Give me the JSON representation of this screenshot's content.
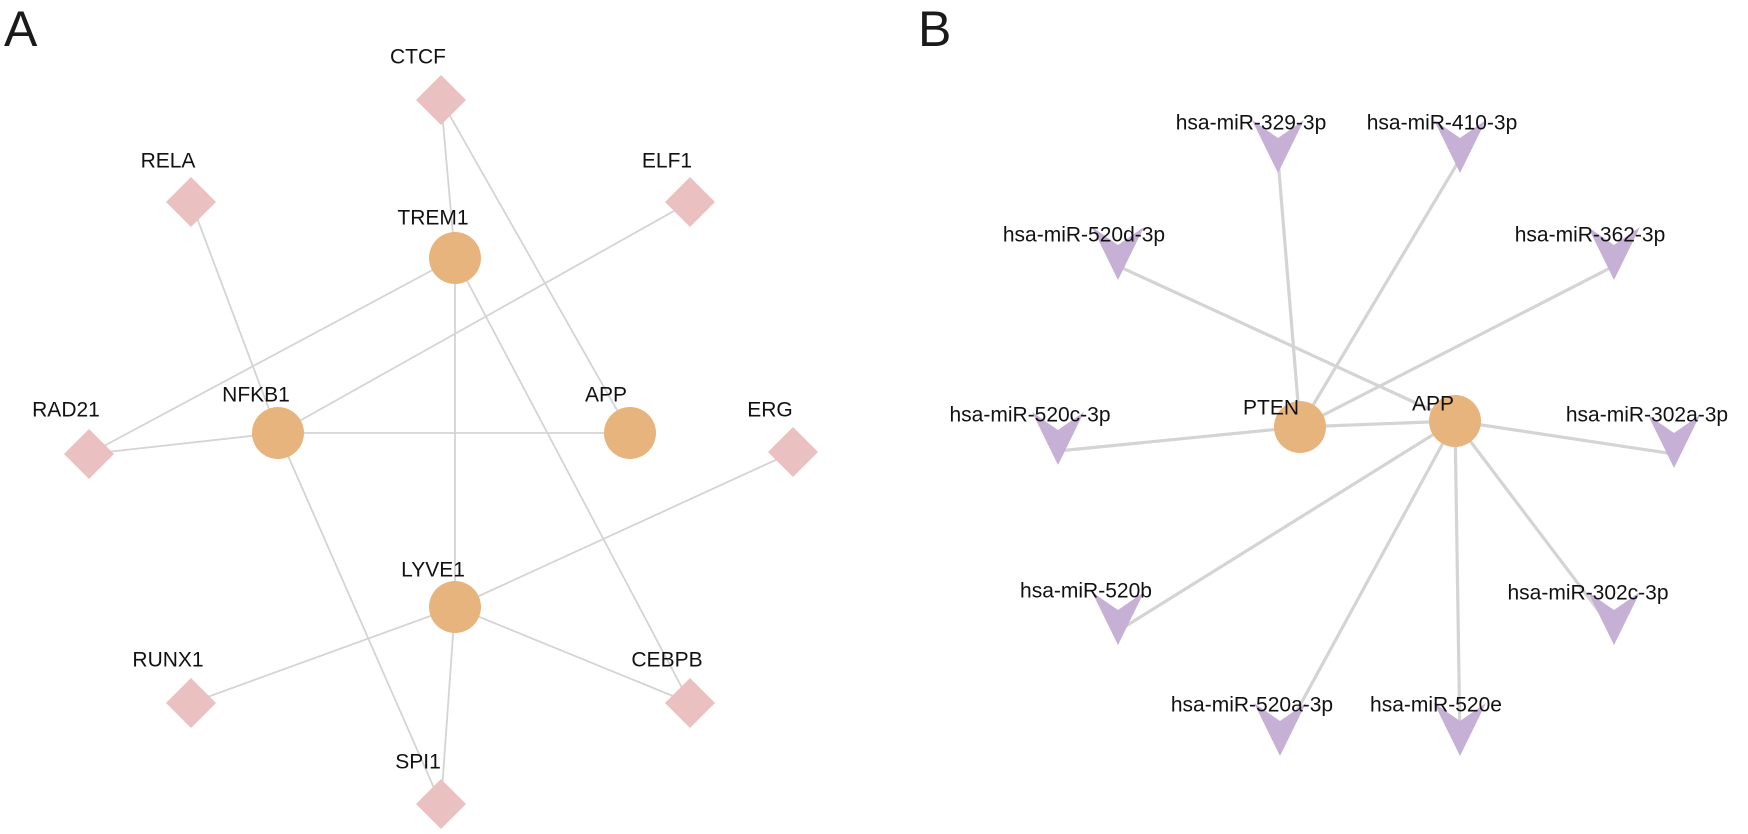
{
  "colors": {
    "edge": "#d4d4d4",
    "gene_node": "#e8b47e",
    "tf_node": "#ebc0c0",
    "mirna_node": "#c6b0d6",
    "text": "#111111"
  },
  "panels": [
    {
      "id": "A",
      "label": "A",
      "nodes": [
        {
          "id": "TREM1",
          "label": "TREM1",
          "kind": "gene"
        },
        {
          "id": "NFKB1",
          "label": "NFKB1",
          "kind": "gene"
        },
        {
          "id": "APP",
          "label": "APP",
          "kind": "gene"
        },
        {
          "id": "LYVE1",
          "label": "LYVE1",
          "kind": "gene"
        },
        {
          "id": "CTCF",
          "label": "CTCF",
          "kind": "tf"
        },
        {
          "id": "RELA",
          "label": "RELA",
          "kind": "tf"
        },
        {
          "id": "ELF1",
          "label": "ELF1",
          "kind": "tf"
        },
        {
          "id": "RAD21",
          "label": "RAD21",
          "kind": "tf"
        },
        {
          "id": "ERG",
          "label": "ERG",
          "kind": "tf"
        },
        {
          "id": "RUNX1",
          "label": "RUNX1",
          "kind": "tf"
        },
        {
          "id": "CEBPB",
          "label": "CEBPB",
          "kind": "tf"
        },
        {
          "id": "SPI1",
          "label": "SPI1",
          "kind": "tf"
        }
      ],
      "edges": [
        [
          "CTCF",
          "TREM1"
        ],
        [
          "CTCF",
          "APP"
        ],
        [
          "RELA",
          "NFKB1"
        ],
        [
          "ELF1",
          "NFKB1"
        ],
        [
          "TREM1",
          "RAD21"
        ],
        [
          "TREM1",
          "LYVE1"
        ],
        [
          "TREM1",
          "CEBPB"
        ],
        [
          "NFKB1",
          "RAD21"
        ],
        [
          "NFKB1",
          "APP"
        ],
        [
          "NFKB1",
          "SPI1"
        ],
        [
          "ERG",
          "LYVE1"
        ],
        [
          "LYVE1",
          "RUNX1"
        ],
        [
          "LYVE1",
          "CEBPB"
        ],
        [
          "LYVE1",
          "SPI1"
        ]
      ]
    },
    {
      "id": "B",
      "label": "B",
      "nodes": [
        {
          "id": "PTEN",
          "label": "PTEN",
          "kind": "gene"
        },
        {
          "id": "APP",
          "label": "APP",
          "kind": "gene"
        },
        {
          "id": "m329",
          "label": "hsa-miR-329-3p",
          "kind": "mirna"
        },
        {
          "id": "m410",
          "label": "hsa-miR-410-3p",
          "kind": "mirna"
        },
        {
          "id": "m520d",
          "label": "hsa-miR-520d-3p",
          "kind": "mirna"
        },
        {
          "id": "m362",
          "label": "hsa-miR-362-3p",
          "kind": "mirna"
        },
        {
          "id": "m520c",
          "label": "hsa-miR-520c-3p",
          "kind": "mirna"
        },
        {
          "id": "m302a",
          "label": "hsa-miR-302a-3p",
          "kind": "mirna"
        },
        {
          "id": "m520b",
          "label": "hsa-miR-520b",
          "kind": "mirna"
        },
        {
          "id": "m302c",
          "label": "hsa-miR-302c-3p",
          "kind": "mirna"
        },
        {
          "id": "m520a",
          "label": "hsa-miR-520a-3p",
          "kind": "mirna"
        },
        {
          "id": "m520e",
          "label": "hsa-miR-520e",
          "kind": "mirna"
        }
      ],
      "edges": [
        [
          "PTEN",
          "m329"
        ],
        [
          "PTEN",
          "m410"
        ],
        [
          "PTEN",
          "m362"
        ],
        [
          "PTEN",
          "m520c"
        ],
        [
          "PTEN",
          "APP"
        ],
        [
          "APP",
          "m520d"
        ],
        [
          "APP",
          "m302a"
        ],
        [
          "APP",
          "m520b"
        ],
        [
          "APP",
          "m302c"
        ],
        [
          "APP",
          "m520a"
        ],
        [
          "APP",
          "m520e"
        ]
      ]
    }
  ]
}
